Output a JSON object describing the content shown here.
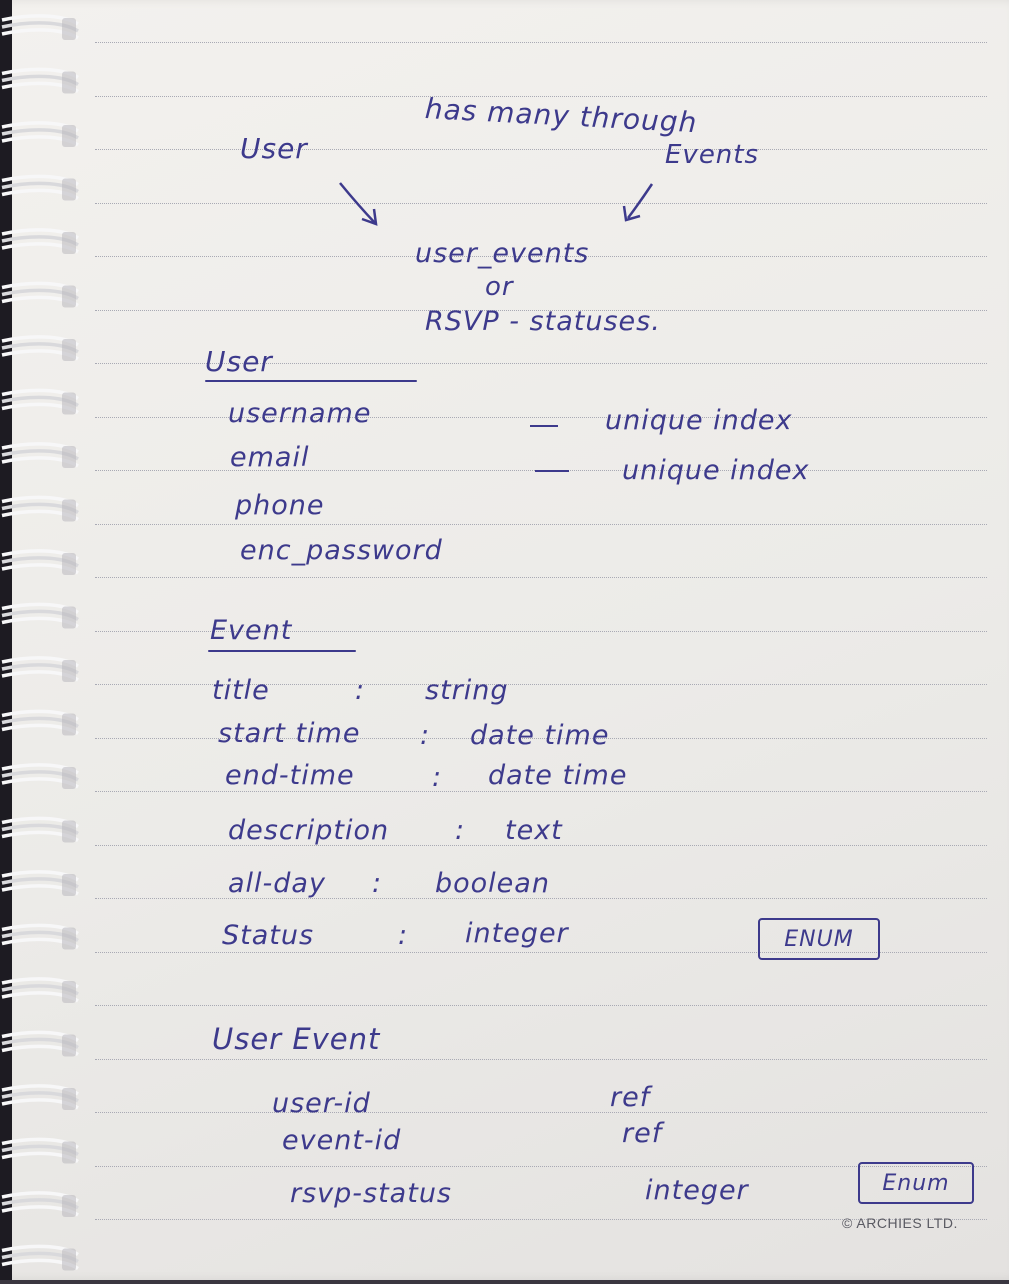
{
  "diagram": {
    "label_top": "has many through",
    "left_node": "User",
    "right_node": "Events",
    "join_name": "user_events",
    "join_or": "or",
    "join_alt": "RSVP - statuses."
  },
  "user_model": {
    "title": "User",
    "fields": [
      {
        "name": "username",
        "note": "unique index"
      },
      {
        "name": "email",
        "note": "unique index"
      },
      {
        "name": "phone",
        "note": ""
      },
      {
        "name": "enc_password",
        "note": ""
      }
    ]
  },
  "event_model": {
    "title": "Event",
    "fields": [
      {
        "name": "title",
        "type": "string"
      },
      {
        "name": "start time",
        "type": "date time"
      },
      {
        "name": "end-time",
        "type": "date time"
      },
      {
        "name": "description",
        "type": "text"
      },
      {
        "name": "all-day",
        "type": "boolean"
      },
      {
        "name": "Status",
        "type": "integer",
        "badge": "ENUM"
      }
    ]
  },
  "user_event_model": {
    "title": "User Event",
    "fields": [
      {
        "name": "user-id",
        "type": "ref"
      },
      {
        "name": "event-id",
        "type": "ref"
      },
      {
        "name": "rsvp-status",
        "type": "integer",
        "badge": "Enum"
      }
    ]
  },
  "publisher_mark": "© ARCHIES LTD.",
  "colors": {
    "ink": "#3d3a8c",
    "paper": "#efedea",
    "rule": "#a9aab4",
    "ring": "#f5f5f5"
  }
}
